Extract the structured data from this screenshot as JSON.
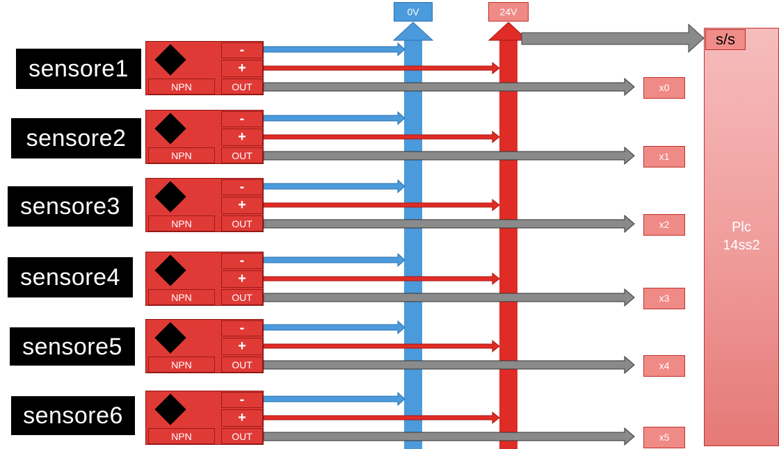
{
  "rails": {
    "zero_volt": {
      "label": "0V",
      "color": "#4b9bdc"
    },
    "twentyfour_volt": {
      "label": "24V",
      "color": "#e02c26"
    }
  },
  "plc": {
    "line1": "Plc",
    "line2": "14ss2",
    "ss_label": "s/s"
  },
  "colors": {
    "wire_negative": "#4b9bdc",
    "wire_positive": "#e02c26",
    "wire_output": "#8a8a8a",
    "sensor_body": "#e03a36",
    "label_background": "#000000"
  },
  "sensors": [
    {
      "name": "sensore1",
      "minus": "-",
      "plus": "+",
      "type": "NPN",
      "out": "OUT",
      "input": "x0"
    },
    {
      "name": "sensore2",
      "minus": "-",
      "plus": "+",
      "type": "NPN",
      "out": "OUT",
      "input": "x1"
    },
    {
      "name": "sensore3",
      "minus": "-",
      "plus": "+",
      "type": "NPN",
      "out": "OUT",
      "input": "x2"
    },
    {
      "name": "sensore4",
      "minus": "-",
      "plus": "+",
      "type": "NPN",
      "out": "OUT",
      "input": "x3"
    },
    {
      "name": "sensore5",
      "minus": "-",
      "plus": "+",
      "type": "NPN",
      "out": "OUT",
      "input": "x4"
    },
    {
      "name": "sensore6",
      "minus": "-",
      "plus": "+",
      "type": "NPN",
      "out": "OUT",
      "input": "x5"
    }
  ]
}
